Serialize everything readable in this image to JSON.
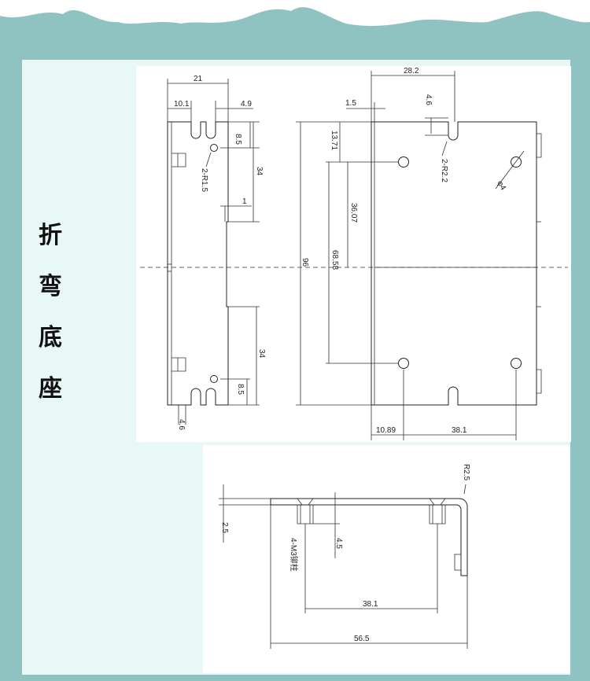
{
  "title_chars": [
    "折",
    "弯",
    "底",
    "座"
  ],
  "colors": {
    "background": "#8fc3c2",
    "panel": "#e8f8f6",
    "paper": "#ffffff",
    "line": "#222222"
  },
  "dims": {
    "left_top_width": "21",
    "left_top_a": "10.1",
    "left_top_b": "4.9",
    "left_slot_depth_top": "8.5",
    "left_hole_label": "2-R1.5",
    "left_upper_span": "34",
    "left_step": "1",
    "left_lower_span": "34",
    "left_slot_depth_bottom": "8.5",
    "left_bottom_width": "4.6",
    "right_top_width": "28.2",
    "right_edge": "1.5",
    "right_slot_width": "4.6",
    "right_hole_offset": "13.71",
    "right_slot_label": "2-R2.2",
    "right_hole_dia": "φ4",
    "right_height": "96",
    "right_mid": "36.07",
    "right_span": "68.58",
    "right_bottom_left": "10.89",
    "right_bottom_span": "38.1",
    "side_radius": "R2.5",
    "side_thickness": "2.5",
    "side_post_height": "4.5",
    "side_post_label": "4-M3铆柱",
    "side_post_span": "38.1",
    "side_total": "56.5"
  }
}
